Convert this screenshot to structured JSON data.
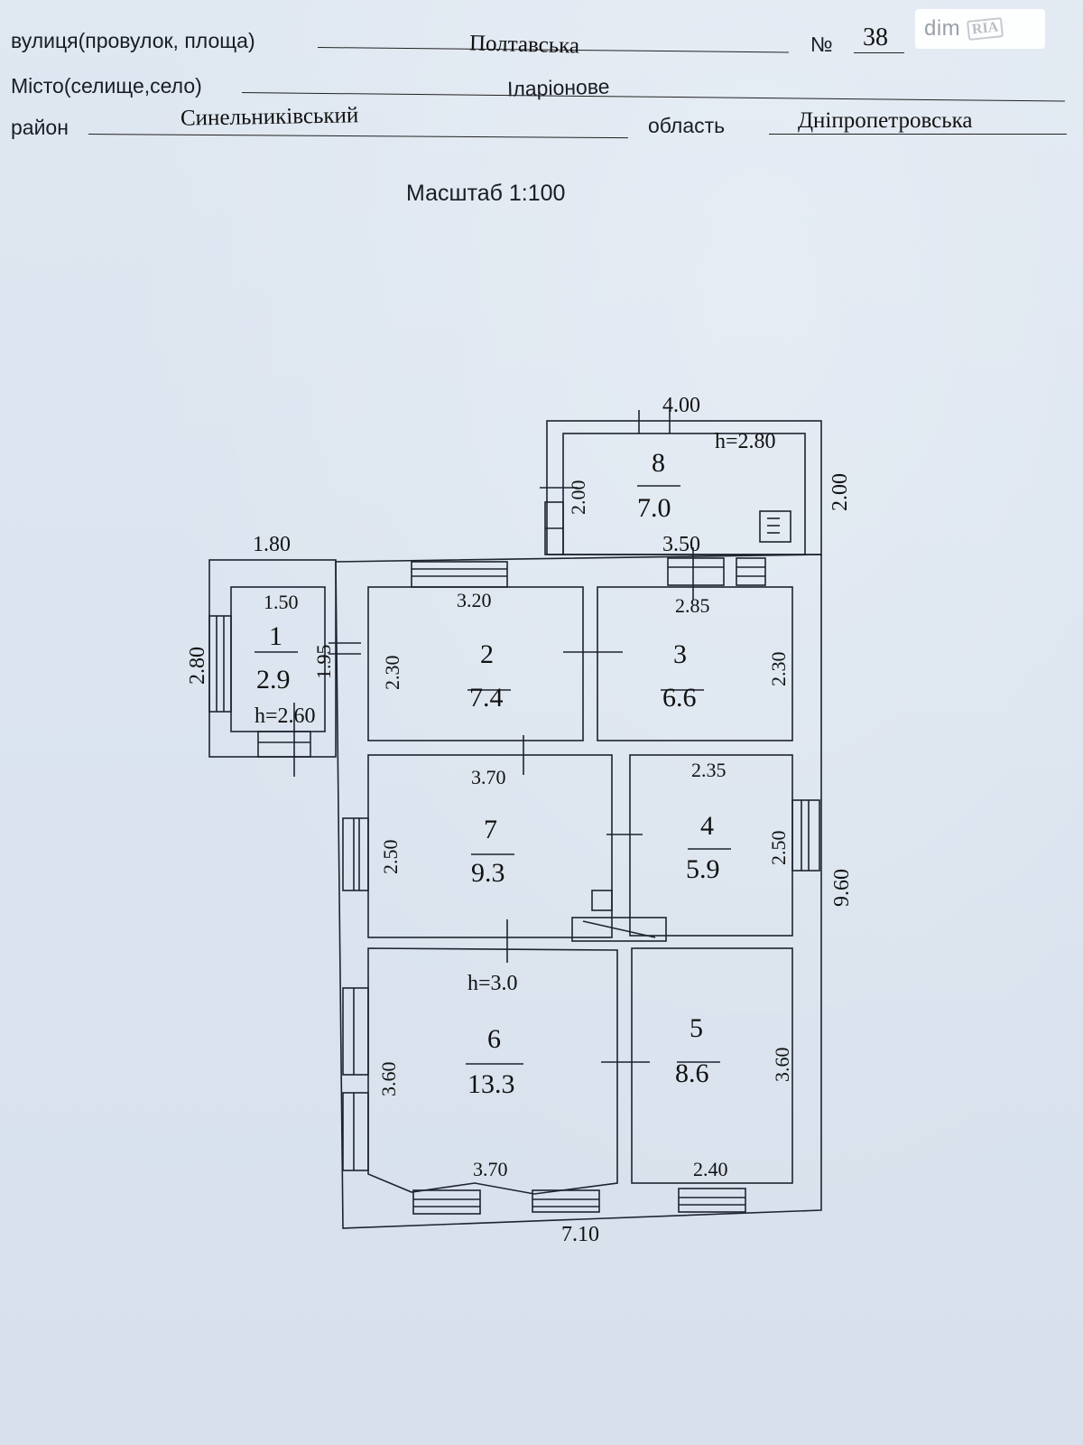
{
  "header": {
    "street_label": "вулиця(провулок, площа)",
    "street_value": "Полтавська",
    "number_label": "№",
    "number_value": "38",
    "city_label": "Місто(селище,село)",
    "city_value": "Іларіонове",
    "district_label": "район",
    "district_value": "Синельниківський",
    "region_label": "область",
    "region_value": "Дніпропетровська"
  },
  "scale_label": "Масштаб 1:100",
  "watermark": {
    "dim": "dim",
    "ria": "RIA"
  },
  "floor_plan": {
    "rooms": [
      {
        "number": "1",
        "area": "2.9",
        "height": "h=2.60"
      },
      {
        "number": "2",
        "area": "7.4"
      },
      {
        "number": "3",
        "area": "6.6"
      },
      {
        "number": "4",
        "area": "5.9"
      },
      {
        "number": "5",
        "area": "8.6"
      },
      {
        "number": "6",
        "area": "13.3",
        "height": "h=3.0"
      },
      {
        "number": "7",
        "area": "9.3"
      },
      {
        "number": "8",
        "area": "7.0",
        "height": "h=2.80"
      }
    ],
    "dimensions": {
      "annex_width": "4.00",
      "annex_depth_left": "2.00",
      "annex_depth_right": "2.00",
      "annex_inner": "3.50",
      "porch_outer_width": "1.80",
      "porch_inner_width": "1.50",
      "porch_outer_depth": "2.80",
      "porch_inner_depth": "1.95",
      "room2_width": "3.20",
      "room2_depth": "2.30",
      "room3_width": "2.85",
      "room3_depth": "2.30",
      "room7_width": "3.70",
      "room7_depth": "2.50",
      "room4_width": "2.35",
      "room4_depth": "2.50",
      "room6_width": "3.70",
      "room6_depth": "3.60",
      "room5_width": "2.40",
      "room5_depth": "3.60",
      "total_length": "9.60",
      "total_width": "7.10"
    }
  }
}
